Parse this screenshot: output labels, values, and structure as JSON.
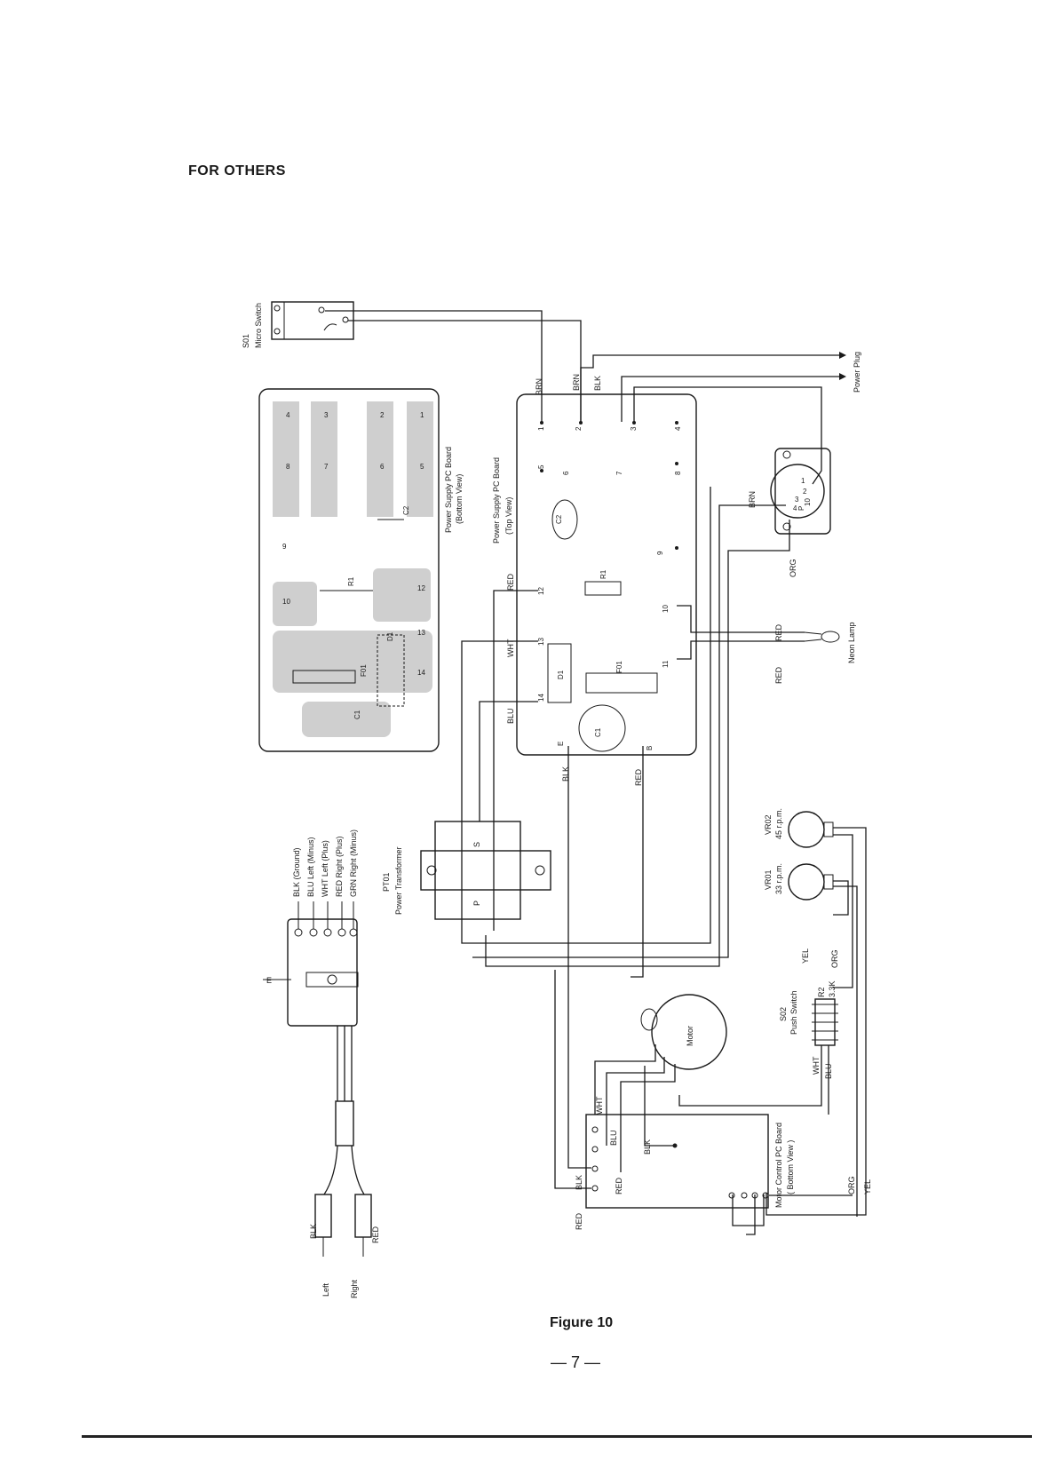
{
  "header": {
    "title": "FOR OTHERS"
  },
  "figure": {
    "caption": "Figure 10",
    "page_number": "— 7 —"
  },
  "components": {
    "micro_switch": {
      "ref": "S01",
      "name": "Micro Switch"
    },
    "power_plug": "Power Plug",
    "psu_bottom": {
      "name": "Power Supply PC Board",
      "view": "(Bottom View)"
    },
    "psu_top": {
      "name": "Power Supply PC Board",
      "view": "(Top View)"
    },
    "neon_lamp": "Neon Lamp",
    "transformer": {
      "ref": "PT01",
      "name": "Power Transformer",
      "secondary": "S",
      "primary": "P"
    },
    "vr02": {
      "ref": "VR02",
      "speed": "45 r.p.m."
    },
    "vr01": {
      "ref": "VR01",
      "speed": "33 r.p.m."
    },
    "push_switch": {
      "ref": "S02",
      "name": "Push Switch"
    },
    "r2": {
      "ref": "R2",
      "value": "3.3K"
    },
    "motor": "Motor",
    "motor_board": {
      "name": "Motor Control PC Board",
      "view": "( Bottom View )"
    },
    "e_terminal": "E",
    "outputs": {
      "left": "Left",
      "right": "Right"
    },
    "c1": "C1",
    "c2": "C2",
    "r1": "R1",
    "d1": "D1",
    "f01": "F01",
    "e": "E",
    "b": "B",
    "plug_p": "P",
    "plug_10": "10",
    "terminal_numbers": [
      "1",
      "2",
      "3",
      "4",
      "5",
      "6",
      "7",
      "8",
      "9",
      "10",
      "11",
      "12",
      "13",
      "14"
    ]
  },
  "cable_legend": [
    "BLK (Ground)",
    "BLU Left (Minus)",
    "WHT Left (Plus)",
    "RED Right (Plus)",
    "GRN Right (Minus)"
  ],
  "wire_colors": {
    "brn": "BRN",
    "blk": "BLK",
    "red": "RED",
    "wht": "WHT",
    "blu": "BLU",
    "yel": "YEL",
    "org": "ORG"
  }
}
